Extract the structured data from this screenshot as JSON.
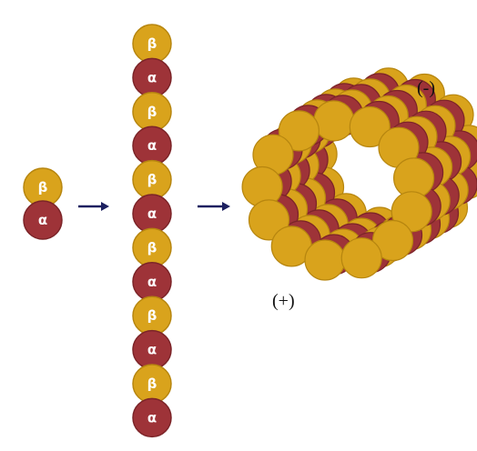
{
  "subunits": {
    "beta": {
      "symbol": "β",
      "color": "#d9a31c",
      "stroke": "#b7860f"
    },
    "alpha": {
      "symbol": "α",
      "color": "#9e3338",
      "stroke": "#7c2428"
    }
  },
  "dimer": [
    "beta",
    "alpha"
  ],
  "protofilament": [
    "beta",
    "alpha",
    "beta",
    "alpha",
    "beta",
    "alpha",
    "beta",
    "alpha",
    "beta",
    "alpha",
    "beta",
    "alpha"
  ],
  "arrow_color": "#1c2060",
  "microtubule": {
    "minus_end_label": "(-)",
    "plus_end_label": "(+)"
  }
}
